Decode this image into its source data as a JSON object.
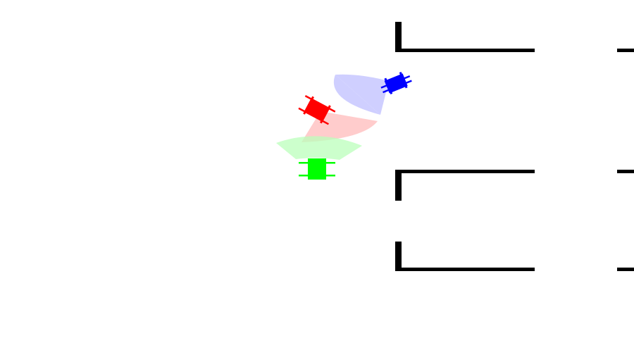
{
  "scene": {
    "background": "#ffffff",
    "wall_color": "#000000"
  },
  "agents": [
    {
      "name": "blue-agent",
      "color": "#0000ff",
      "cone_color": "#ccccff"
    },
    {
      "name": "red-agent",
      "color": "#ff0000",
      "cone_color": "#ffcccc"
    },
    {
      "name": "green-agent",
      "color": "#00ff00",
      "cone_color": "#ccffcc"
    }
  ]
}
